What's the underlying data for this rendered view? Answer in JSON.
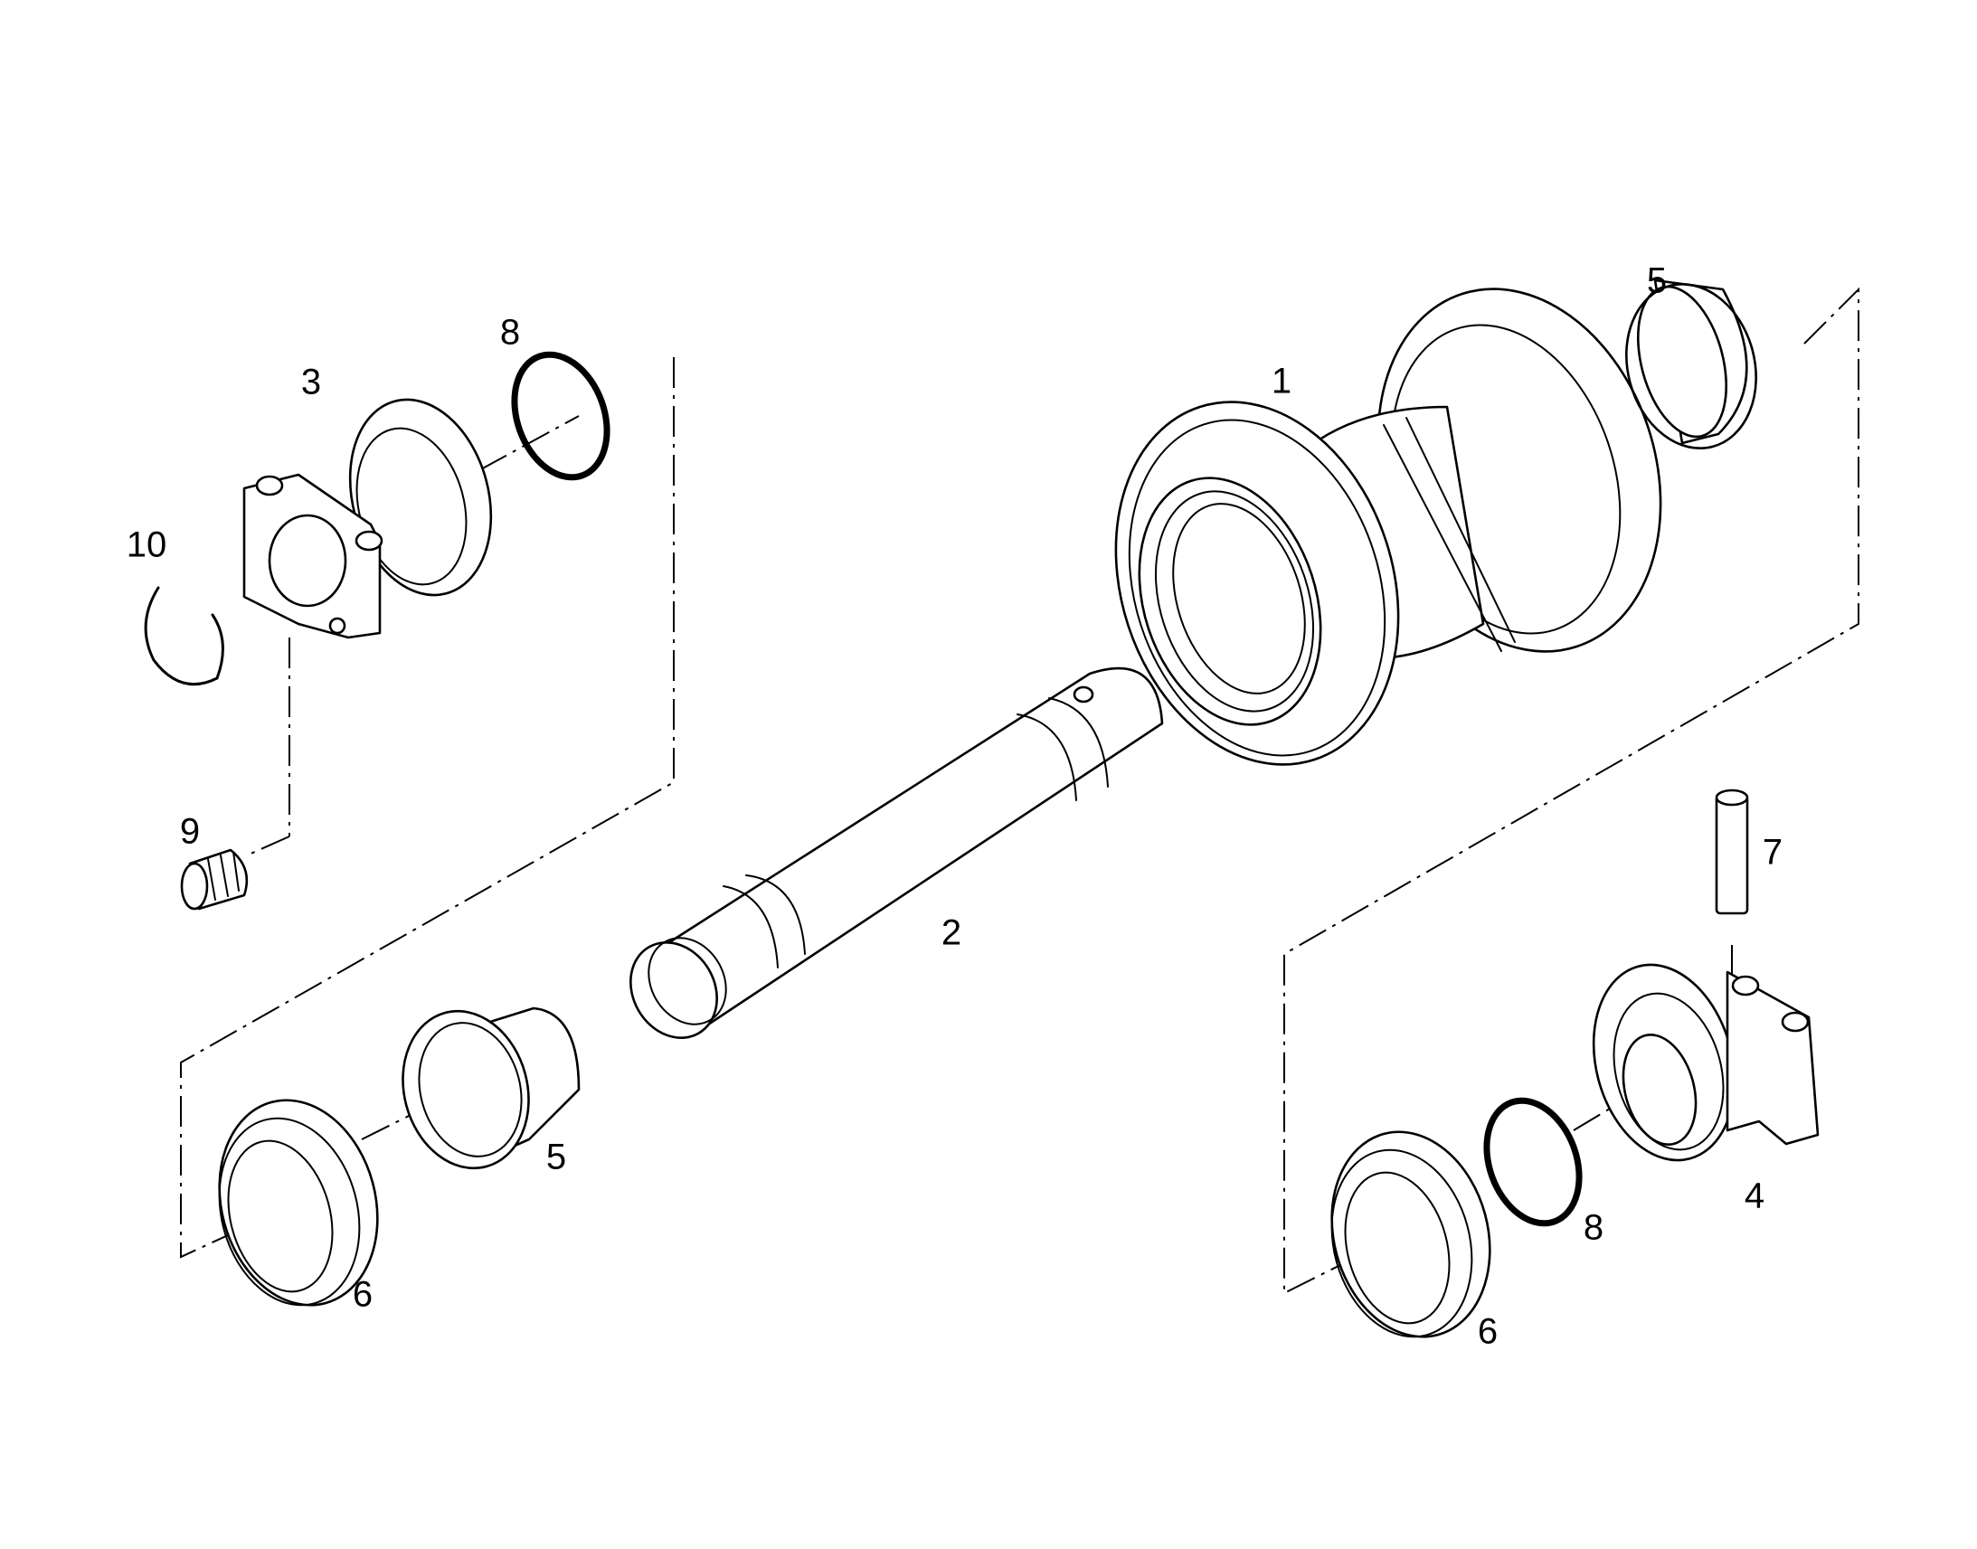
{
  "callouts": {
    "c1": "1",
    "c2": "2",
    "c3": "3",
    "c4": "4",
    "c5_top": "5",
    "c5_bottom": "5",
    "c6_left": "6",
    "c6_right": "6",
    "c7": "7",
    "c8_top": "8",
    "c8_bottom": "8",
    "c9": "9",
    "c10": "10"
  }
}
